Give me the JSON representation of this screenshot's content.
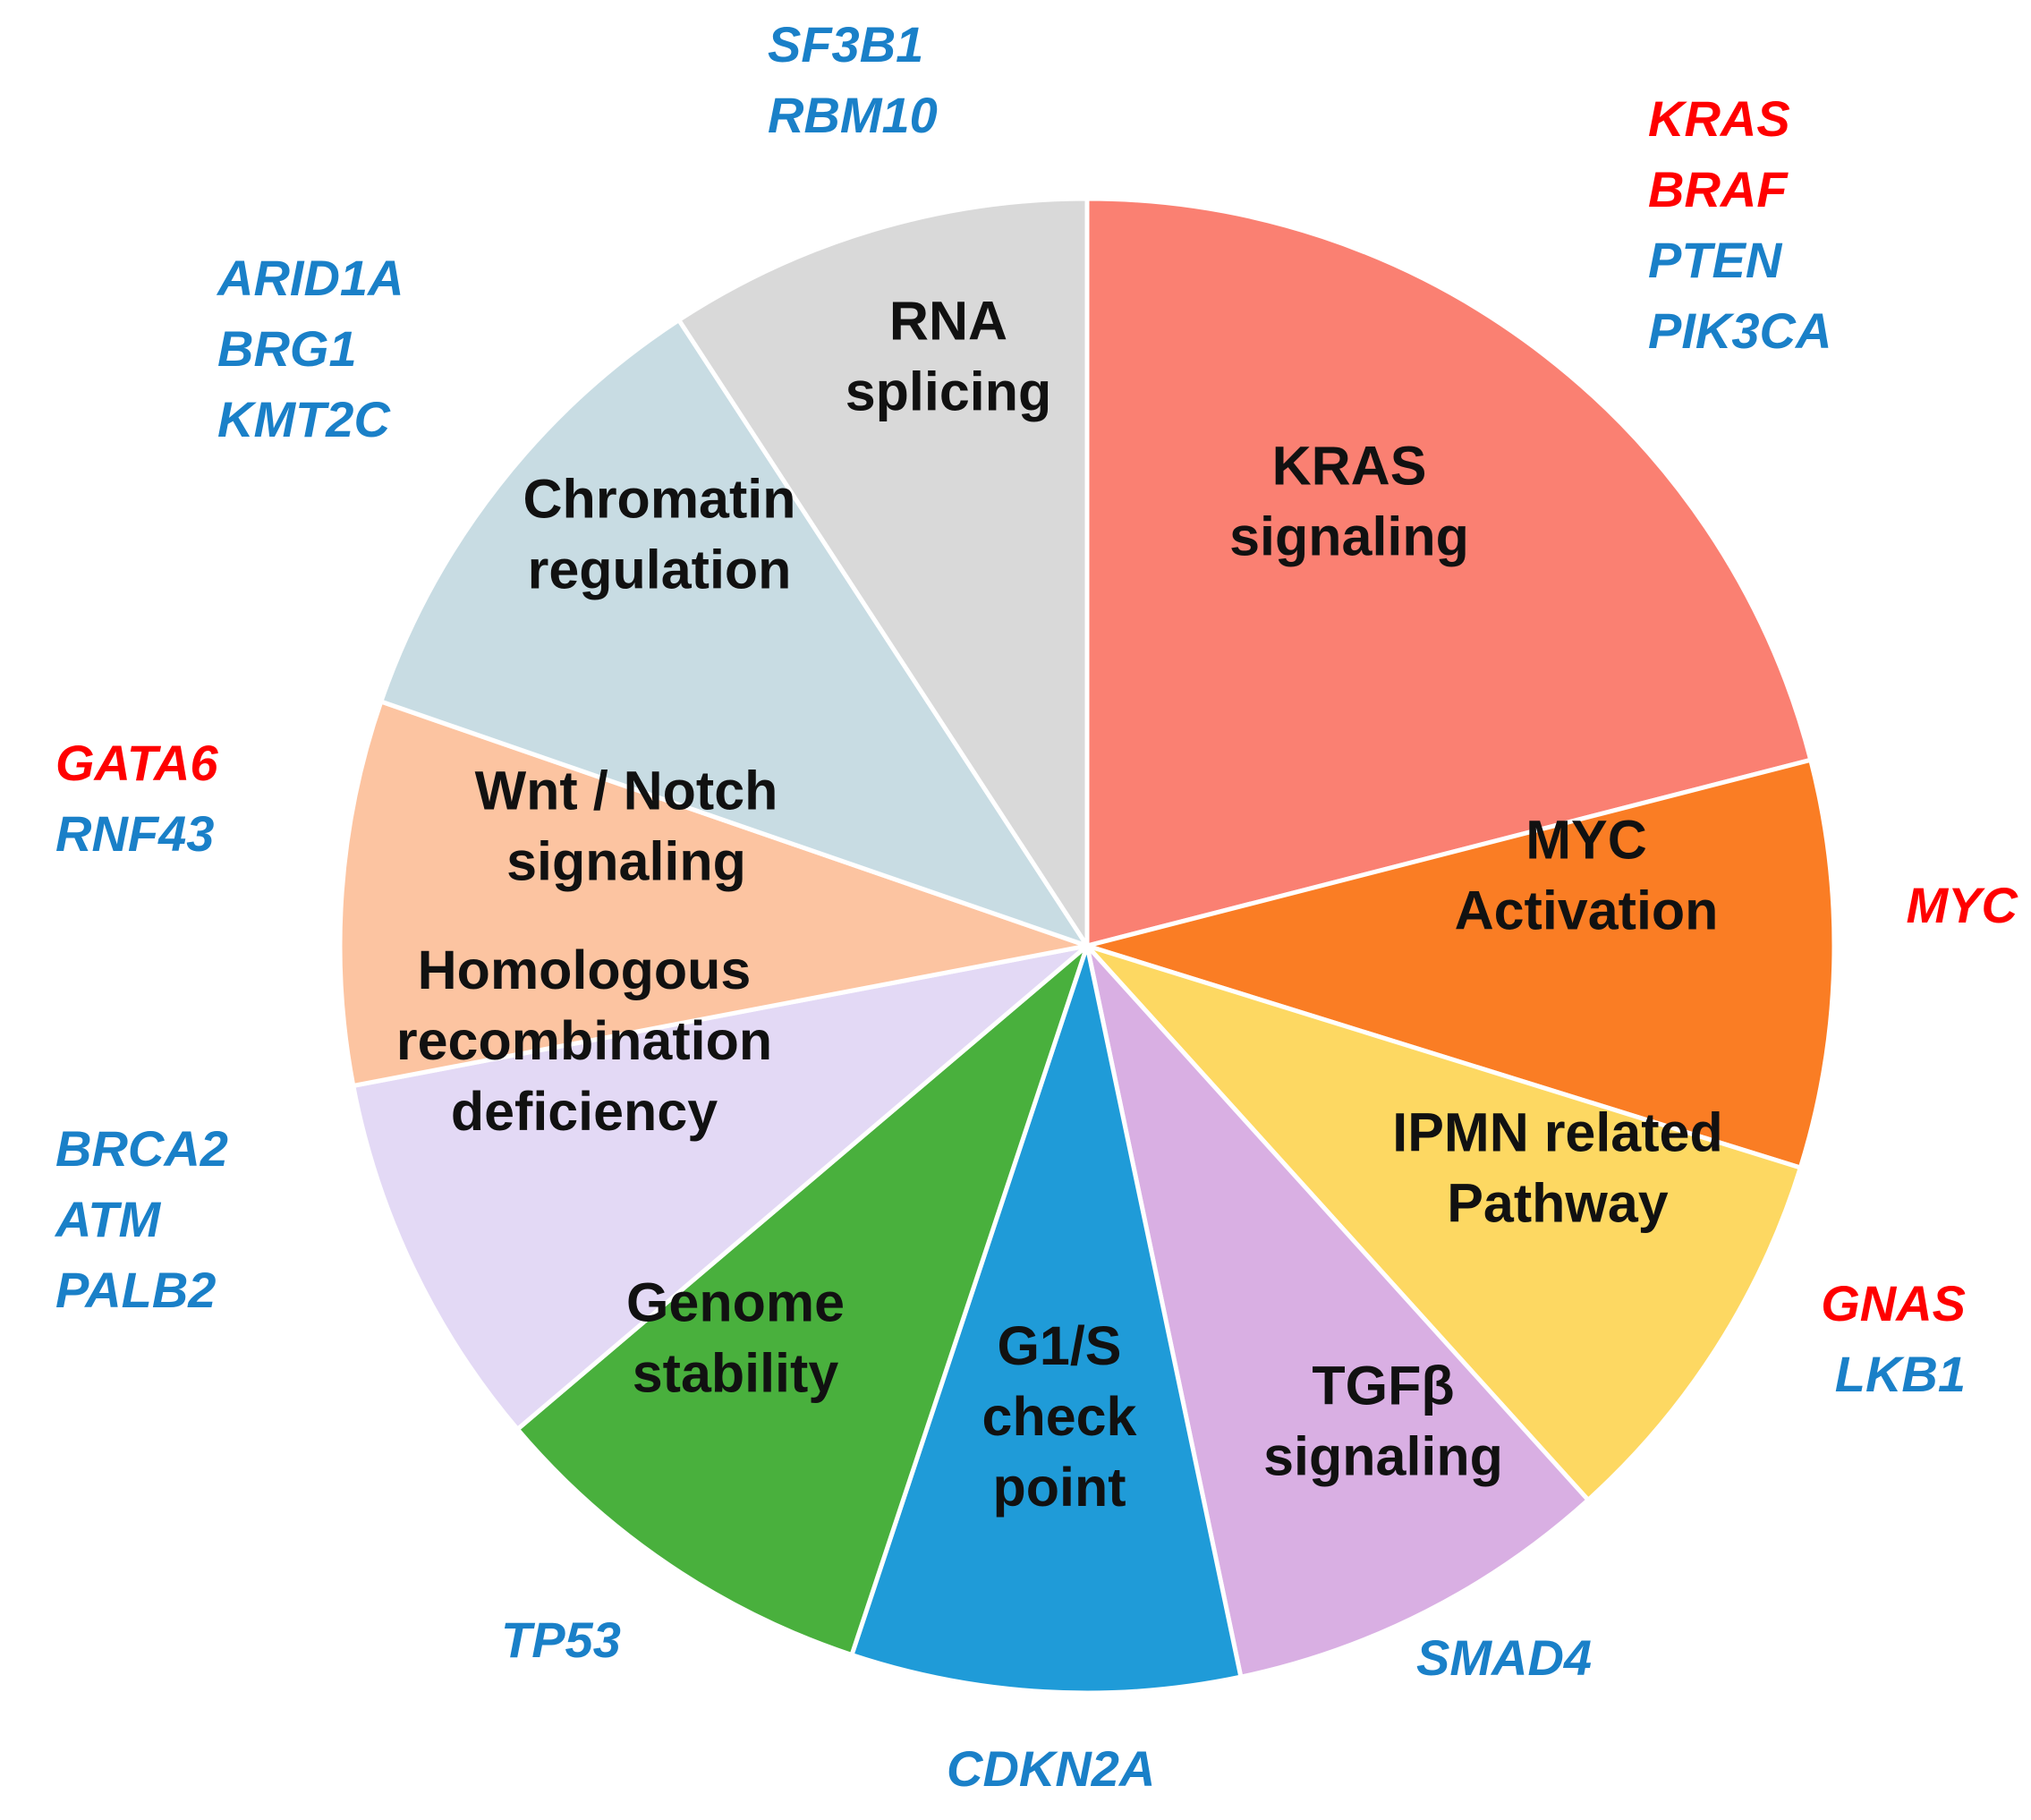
{
  "chart_data": {
    "type": "pie",
    "title": "",
    "start": "12 o'clock, clockwise",
    "colors": {
      "oncogene": "#ff0000",
      "suppressor": "#1a80c8"
    },
    "segments": [
      {
        "label": [
          "KRAS",
          "signaling"
        ],
        "value": 21.0,
        "color": "#fa8072",
        "genes": [
          {
            "name": "KRAS",
            "kind": "oncogene"
          },
          {
            "name": "BRAF",
            "kind": "oncogene"
          },
          {
            "name": "PTEN",
            "kind": "suppressor"
          },
          {
            "name": "PIK3CA",
            "kind": "suppressor"
          }
        ]
      },
      {
        "label": [
          "MYC",
          "Activation"
        ],
        "value": 8.8,
        "color": "#fa7d24",
        "genes": [
          {
            "name": "MYC",
            "kind": "oncogene"
          }
        ]
      },
      {
        "label": [
          "IPMN related",
          "Pathway"
        ],
        "value": 8.5,
        "color": "#fdd862",
        "genes": [
          {
            "name": "GNAS",
            "kind": "oncogene"
          },
          {
            "name": "LKB1",
            "kind": "suppressor"
          }
        ]
      },
      {
        "label": [
          "TGFβ",
          "signaling"
        ],
        "value": 8.4,
        "color": "#d9afe3",
        "genes": [
          {
            "name": "SMAD4",
            "kind": "suppressor"
          }
        ]
      },
      {
        "label": [
          "G1/S",
          "check",
          "point"
        ],
        "value": 8.4,
        "color": "#1f9bd8",
        "genes": [
          {
            "name": "CDKN2A",
            "kind": "suppressor"
          }
        ]
      },
      {
        "label": [
          "Genome",
          "stability"
        ],
        "value": 8.7,
        "color": "#49b03d",
        "genes": [
          {
            "name": "TP53",
            "kind": "suppressor"
          }
        ]
      },
      {
        "label": [
          "Homologous",
          "recombination",
          "deficiency"
        ],
        "value": 8.2,
        "color": "#e3d9f5",
        "genes": [
          {
            "name": "BRCA2",
            "kind": "suppressor"
          },
          {
            "name": "ATM",
            "kind": "suppressor"
          },
          {
            "name": "PALB2",
            "kind": "suppressor"
          }
        ]
      },
      {
        "label": [
          "Wnt / Notch",
          "signaling"
        ],
        "value": 8.3,
        "color": "#fcc4a1",
        "genes": [
          {
            "name": "GATA6",
            "kind": "oncogene"
          },
          {
            "name": "RNF43",
            "kind": "suppressor"
          }
        ]
      },
      {
        "label": [
          "Chromatin",
          "regulation"
        ],
        "value": 10.5,
        "color": "#c8dce3",
        "genes": [
          {
            "name": "ARID1A",
            "kind": "suppressor"
          },
          {
            "name": "BRG1",
            "kind": "suppressor"
          },
          {
            "name": "KMT2C",
            "kind": "suppressor"
          }
        ]
      },
      {
        "label": [
          "RNA",
          "splicing"
        ],
        "value": 9.2,
        "color": "#d9d9d9",
        "genes": [
          {
            "name": "SF3B1",
            "kind": "suppressor"
          },
          {
            "name": "RBM10",
            "kind": "suppressor"
          }
        ]
      }
    ]
  }
}
